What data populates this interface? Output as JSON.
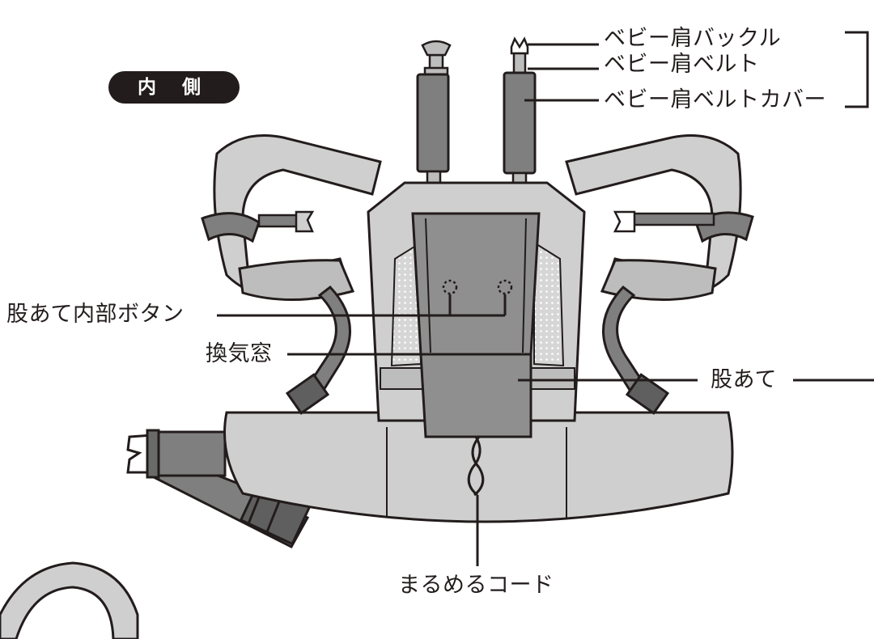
{
  "section_badge": "内 側",
  "labels": {
    "baby_shoulder_buckle": "ベビー肩バックル",
    "baby_shoulder_belt": "ベビー肩ベルト",
    "baby_shoulder_belt_cover": "ベビー肩ベルトカバー",
    "crotch_inner_button": "股あて内部ボタン",
    "ventilation_window": "換気窓",
    "crotch_pad": "股あて",
    "rolling_cord": "まるめるコード"
  },
  "colors": {
    "outline": "#231c1c",
    "light_fabric": "#cfcfcf",
    "medium_fabric": "#bdbdbd",
    "dark_panel": "#8f8f8f",
    "strap_gray": "#7f7f7f",
    "mesh": "#dcdcdc"
  }
}
